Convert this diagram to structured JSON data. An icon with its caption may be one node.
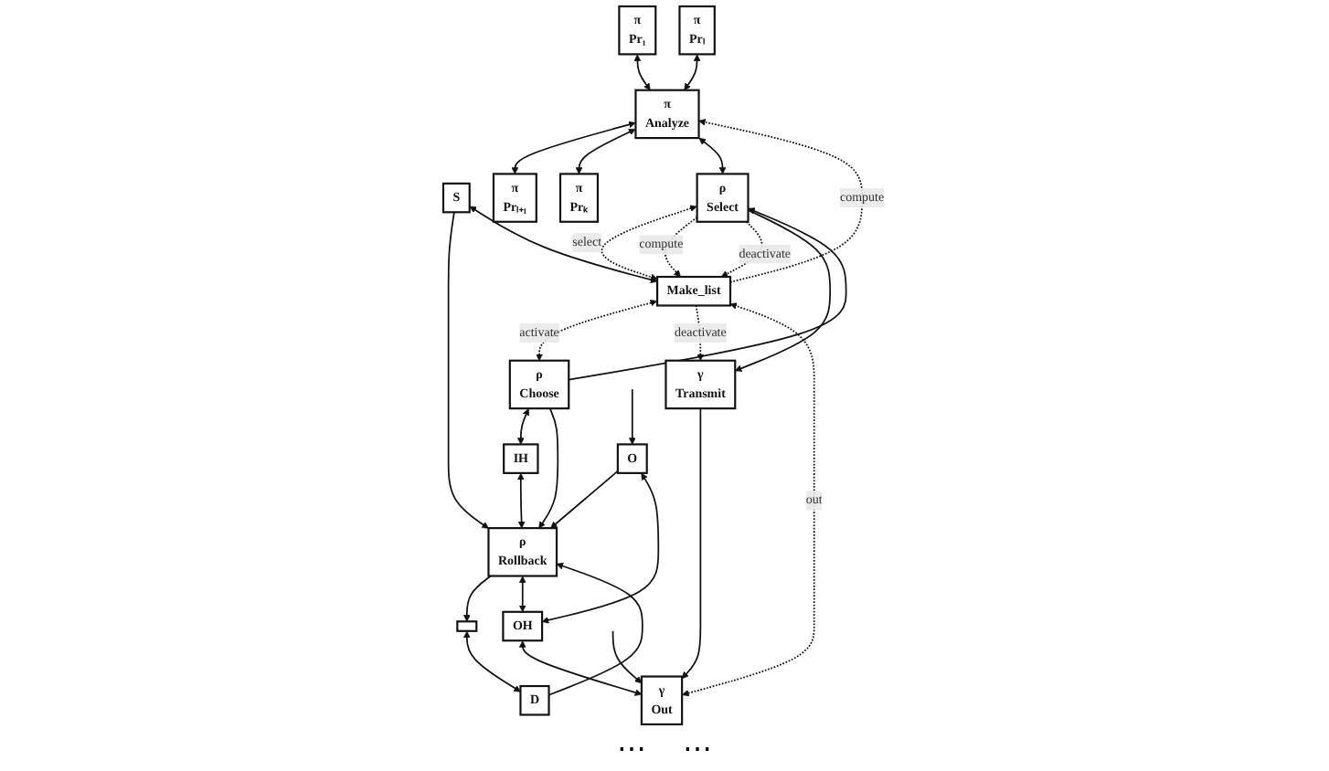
{
  "diagram": {
    "nodes": [
      {
        "text": [
          "π",
          "Pr₁"
        ]
      },
      {
        "text": [
          "π",
          "Prₗ"
        ]
      },
      {
        "text": [
          "ρ",
          "Choose"
        ]
      },
      {
        "text": [
          "IH"
        ]
      },
      {
        "text": [
          "ρ",
          "Rollback"
        ]
      },
      {
        "text": [
          "O"
        ]
      },
      {
        "text": [
          "π",
          "Analyze"
        ]
      },
      {
        "text": [
          "OH"
        ]
      },
      {
        "text": [
          "D"
        ]
      },
      {
        "text": [
          "S"
        ]
      },
      {
        "text": [],
        "shape": "box"
      },
      {
        "text": [
          "ρ",
          "Select"
        ]
      },
      {
        "text": [
          "Make_list"
        ]
      },
      {
        "text": [
          "π",
          "Prₗ₊₁"
        ]
      },
      {
        "text": [
          "π",
          "Prₖ"
        ]
      },
      {
        "text": [
          "γ",
          "Transmit"
        ]
      },
      {
        "text": [
          "γ",
          "Out"
        ]
      }
    ],
    "edges": [
      {
        "from": 0,
        "to": 6,
        "arrow": "both"
      },
      {
        "from": 1,
        "to": 6,
        "arrow": "both"
      },
      {
        "from": 6,
        "to": 13,
        "arrow": "both"
      },
      {
        "from": 6,
        "to": 14,
        "arrow": "both"
      },
      {
        "from": 2,
        "to": 3,
        "arrow": "both"
      },
      {
        "from": 3,
        "to": 4,
        "arrow": "both"
      },
      {
        "from": 2,
        "to": 4,
        "arrow": "to"
      },
      {
        "from": 12,
        "to": 2,
        "arrow": "both",
        "label": "activate",
        "style": "dashed"
      },
      {
        "from": 12,
        "to": 6,
        "arrow": "to",
        "label": "compute",
        "style": "dashed"
      },
      {
        "from": 2,
        "to": 11,
        "arrow": "to"
      },
      {
        "from": 6,
        "to": 11,
        "arrow": "both"
      },
      {
        "from": 11,
        "to": 12,
        "arrow": "both",
        "label": "select",
        "style": "dashed"
      },
      {
        "from": 11,
        "to": 12,
        "arrow": "to",
        "label": "compute",
        "style": "dashed"
      },
      {
        "from": 11,
        "to": 12,
        "arrow": "to",
        "label": "deactivate",
        "style": "dashed"
      },
      {
        "from": 11,
        "to": 15,
        "arrow": "to"
      },
      {
        "from": 12,
        "to": 15,
        "arrow": "to",
        "label": "deactivate",
        "style": "dashed"
      },
      {
        "from": 16,
        "to": 12,
        "arrow": "both",
        "label": "out",
        "style": "dashed"
      },
      {
        "from": 15,
        "to": 16,
        "arrow": "to"
      },
      {
        "from": 4,
        "to": 10,
        "arrow": "to"
      },
      {
        "from": 8,
        "to": 4,
        "arrow": "to"
      },
      {
        "from": 9,
        "to": 4,
        "arrow": "to"
      },
      {
        "from": 10,
        "to": 8,
        "arrow": "both"
      },
      {
        "from": 9,
        "to": 12,
        "arrow": "both"
      },
      {
        "from": 5,
        "to": 4,
        "arrow": "to"
      },
      {
        "from": null,
        "to": 5,
        "arrow": "to"
      },
      {
        "from": 5,
        "to": 7,
        "arrow": "both"
      },
      {
        "from": 4,
        "to": 7,
        "arrow": "both"
      },
      {
        "from": 7,
        "to": 16,
        "arrow": "both"
      },
      {
        "from": null,
        "to": 16,
        "arrow": "to"
      }
    ],
    "labels": [
      "⋯",
      "⋯"
    ]
  }
}
